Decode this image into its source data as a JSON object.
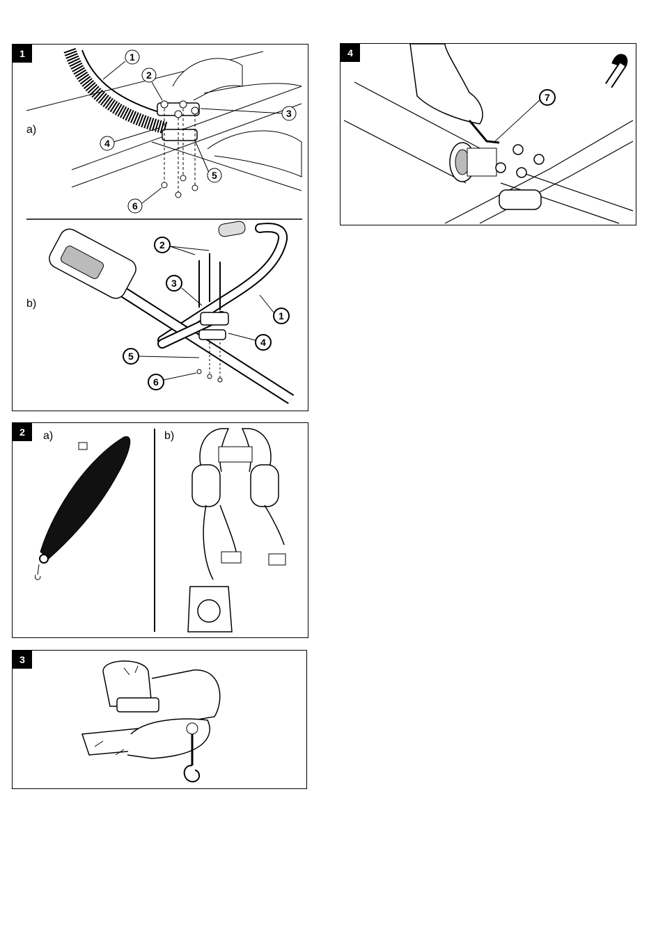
{
  "figures": {
    "fig1": {
      "number": "1",
      "part_a": {
        "label": "a)",
        "callouts": [
          "1",
          "2",
          "3",
          "4",
          "5",
          "6"
        ]
      },
      "part_b": {
        "label": "b)",
        "callouts": [
          "2",
          "3",
          "1",
          "4",
          "5",
          "6"
        ]
      }
    },
    "fig2": {
      "number": "2",
      "part_a": {
        "label": "a)"
      },
      "part_b": {
        "label": "b)"
      }
    },
    "fig3": {
      "number": "3"
    },
    "fig4": {
      "number": "4",
      "callouts": [
        "7"
      ]
    }
  }
}
